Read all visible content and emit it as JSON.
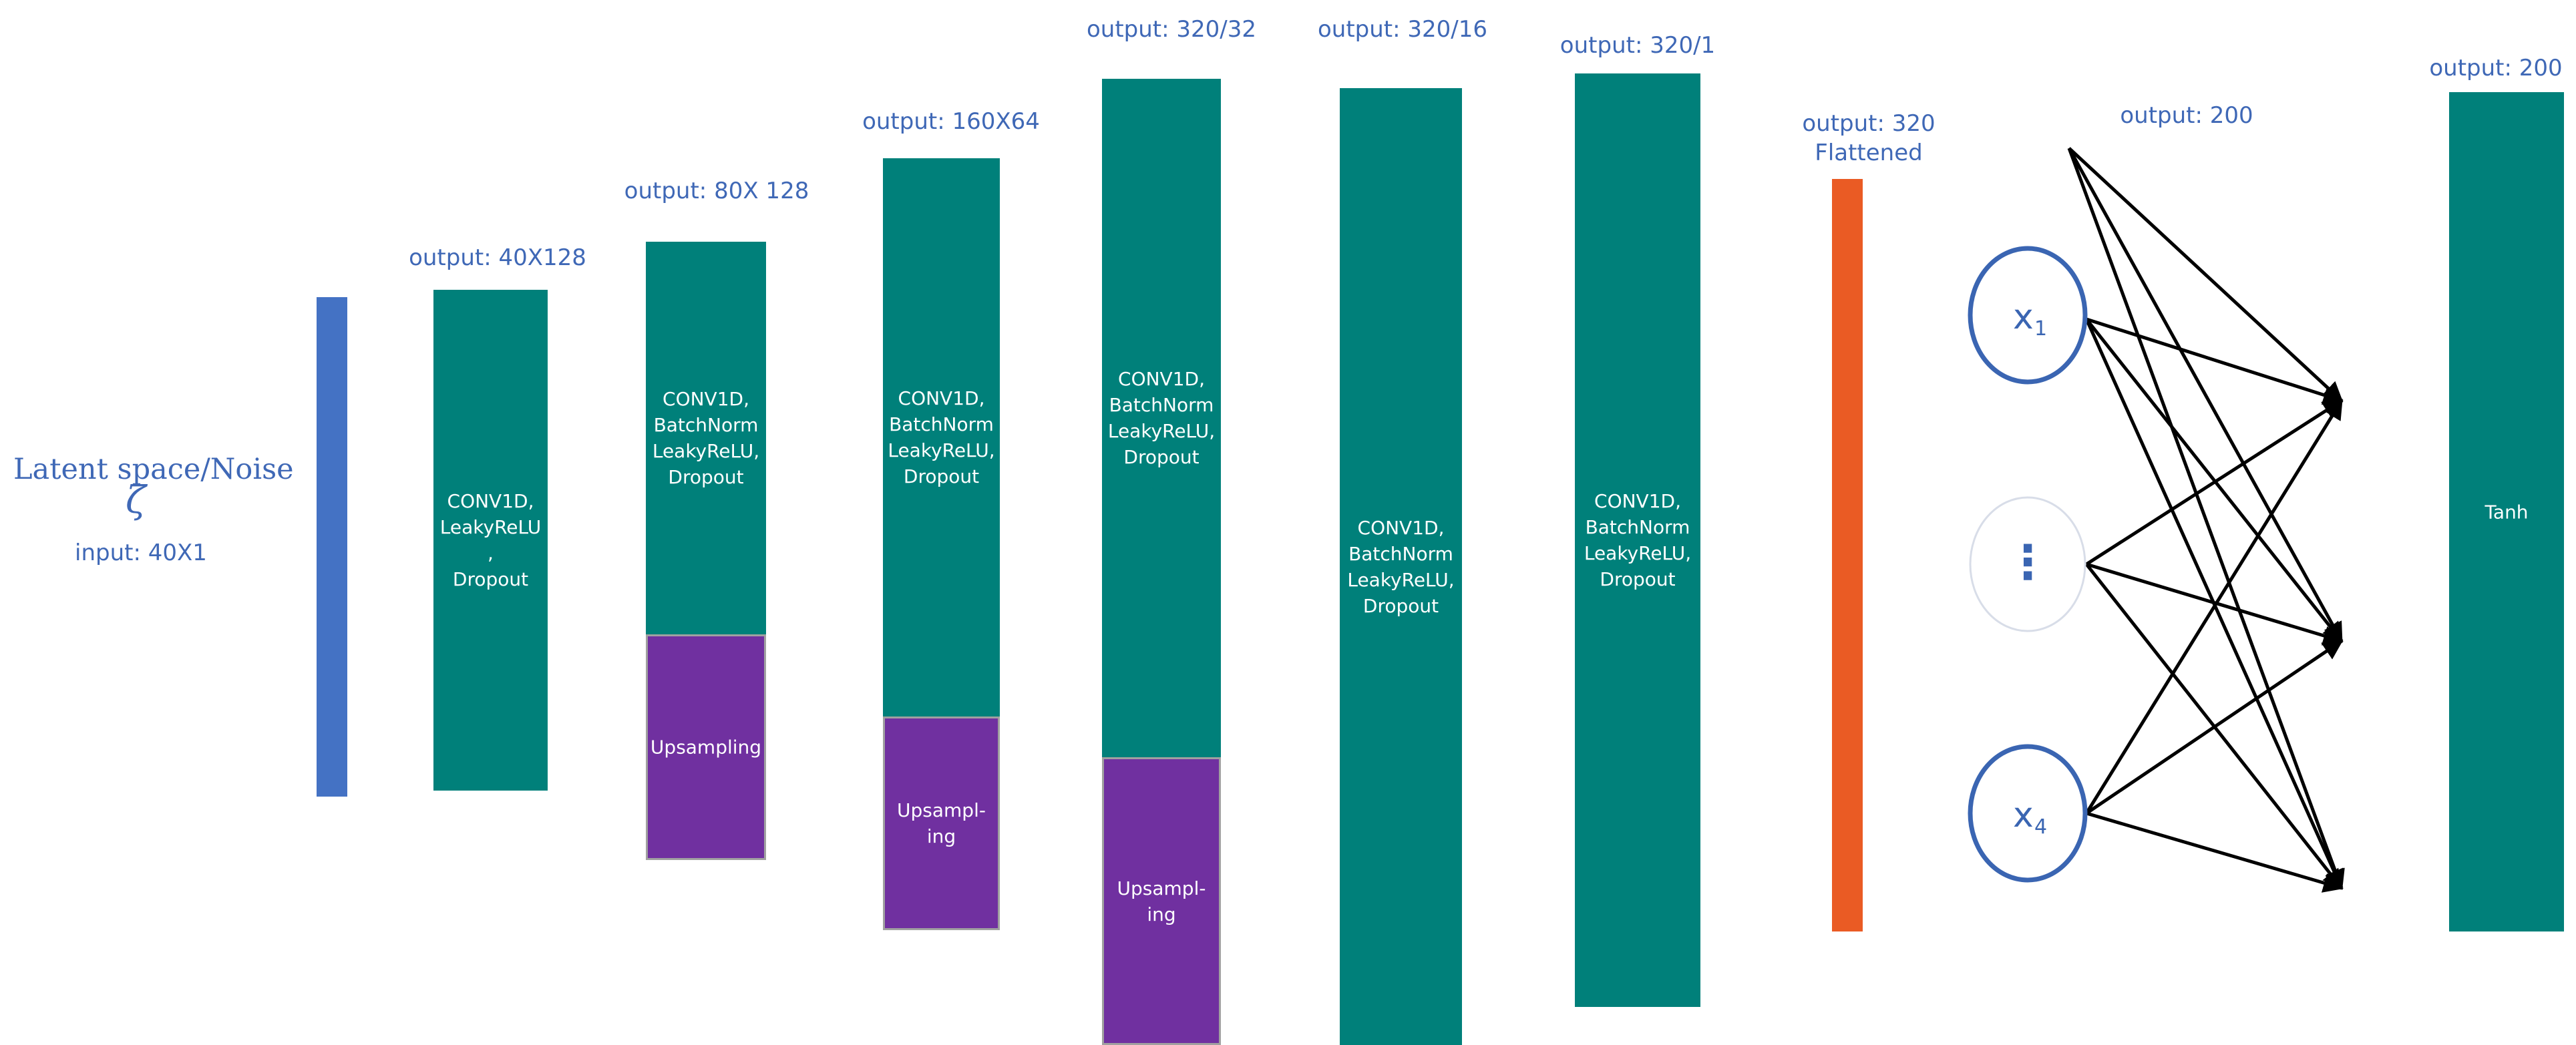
{
  "input": {
    "title": "Latent space/Noise",
    "symbol": "ζ",
    "label": "input:  40X1"
  },
  "layers": [
    {
      "output": "output: 40X128",
      "text": "CONV1D,\nLeakyReLU\n,\nDropout"
    },
    {
      "output": "output: 80X 128",
      "text": "CONV1D,\nBatchNorm\nLeakyReLU,\nDropout",
      "sub": "Upsampling"
    },
    {
      "output": "output: 160X64",
      "text": "CONV1D,\nBatchNorm\nLeakyReLU,\nDropout",
      "sub": "Upsampl-\ning"
    },
    {
      "output": "output: 320/32",
      "text": "CONV1D,\nBatchNorm\nLeakyReLU,\nDropout",
      "sub": "Upsampl-\ning"
    },
    {
      "output": "output: 320/16",
      "text": "CONV1D,\nBatchNorm\nLeakyReLU,\nDropout"
    },
    {
      "output": "output: 320/1",
      "text": "CONV1D,\nBatchNorm\nLeakyReLU,\nDropout"
    }
  ],
  "flatten": {
    "output": "output: 320",
    "label": "Flattened"
  },
  "dense": {
    "output": "output: 200",
    "nodes": [
      {
        "main": "x",
        "sub": "1"
      },
      {
        "main": "⋮",
        "sub": ""
      },
      {
        "main": "x",
        "sub": "4"
      }
    ]
  },
  "final": {
    "output": "output: 200",
    "text": "Tanh"
  },
  "colors": {
    "teal": "#00807a",
    "purple": "#7030a0",
    "blue": "#4472c4",
    "orange": "#ea5b24",
    "label": "#3f68b6"
  }
}
